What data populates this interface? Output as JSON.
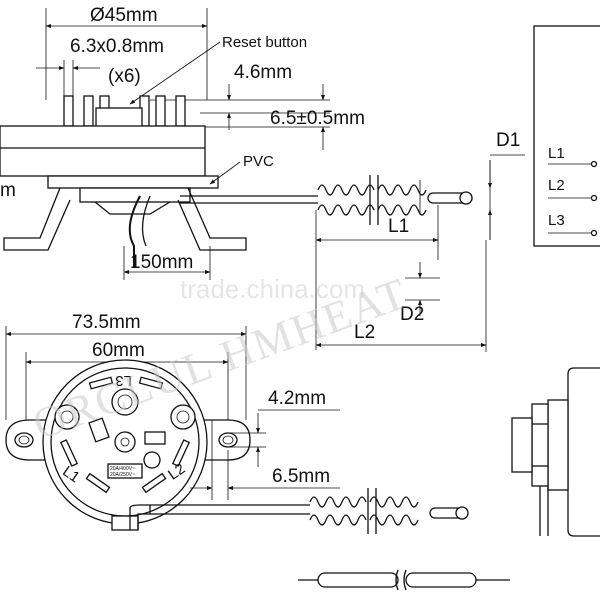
{
  "drawing": {
    "top_view": {
      "diameter": "Ø45mm",
      "tab_size": "6.3x0.8mm",
      "tab_count": "(x6)",
      "reset_label": "Reset button",
      "height_1": "4.6mm",
      "height_2": "6.5±0.5mm",
      "pvc_label": "PVC",
      "cut_label": "m",
      "cable_length": "150mm"
    },
    "probe": {
      "d1": "D1",
      "d2": "D2",
      "l1": "L1",
      "l2": "L2"
    },
    "schematic": {
      "terminals": [
        "L1",
        "L2",
        "L3"
      ]
    },
    "face_view": {
      "overall_width": "73.5mm",
      "hole_spacing": "60mm",
      "hole_size": "4.2mm",
      "flange_width": "6.5mm",
      "terminal_l1": "L1",
      "terminal_l2": "L2",
      "terminal_l3": "L3",
      "rating_1": "20A/400V~",
      "rating_2": "20A/250V~"
    },
    "watermarks": {
      "brand": "ORCLUL HMHEAT",
      "site": "trade.china.com"
    }
  }
}
